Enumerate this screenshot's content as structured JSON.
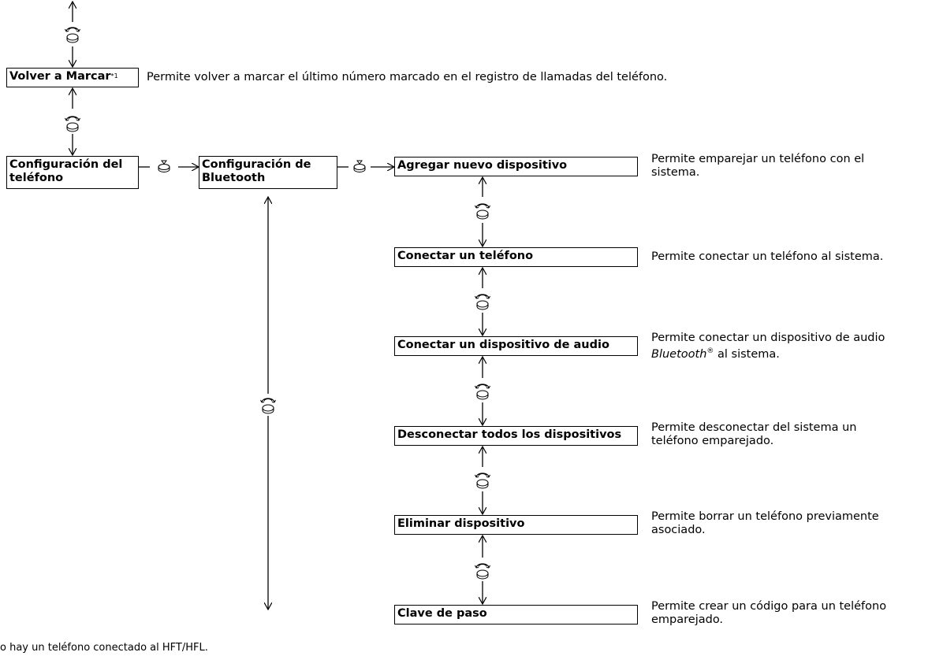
{
  "menu": {
    "redial": {
      "label": "Volver a Marcar",
      "note_mark": "*1",
      "desc": "Permite volver a marcar el último número marcado en el registro de llamadas del teléfono."
    },
    "phone_setup": {
      "label_line1": "Configuración del",
      "label_line2": "teléfono"
    },
    "bt_setup": {
      "label_line1": "Configuración de",
      "label_line2": "Bluetooth"
    },
    "items": [
      {
        "label": "Agregar nuevo dispositivo",
        "desc_line1": "Permite emparejar un teléfono con el",
        "desc_line2": "sistema."
      },
      {
        "label": "Conectar un teléfono",
        "desc_line1": "Permite conectar un teléfono al sistema.",
        "desc_line2": ""
      },
      {
        "label": "Conectar un dispositivo de audio",
        "desc_line1": "Permite conectar un dispositivo de audio",
        "desc_brand": "Bluetooth",
        "desc_reg": "®",
        "desc_line2_rest": " al sistema."
      },
      {
        "label": "Desconectar todos los dispositivos",
        "desc_line1": "Permite desconectar del sistema un",
        "desc_line2": "teléfono emparejado."
      },
      {
        "label": "Eliminar dispositivo",
        "desc_line1": "Permite borrar un teléfono previamente",
        "desc_line2": "asociado."
      },
      {
        "label": "Clave de paso",
        "desc_line1": "Permite crear un código para un teléfono",
        "desc_line2": "emparejado."
      }
    ]
  },
  "footnote": "o hay un teléfono conectado al HFT/HFL.",
  "icons": {
    "rotate": "selector-knob-rotate-icon",
    "press": "selector-knob-press-icon"
  }
}
